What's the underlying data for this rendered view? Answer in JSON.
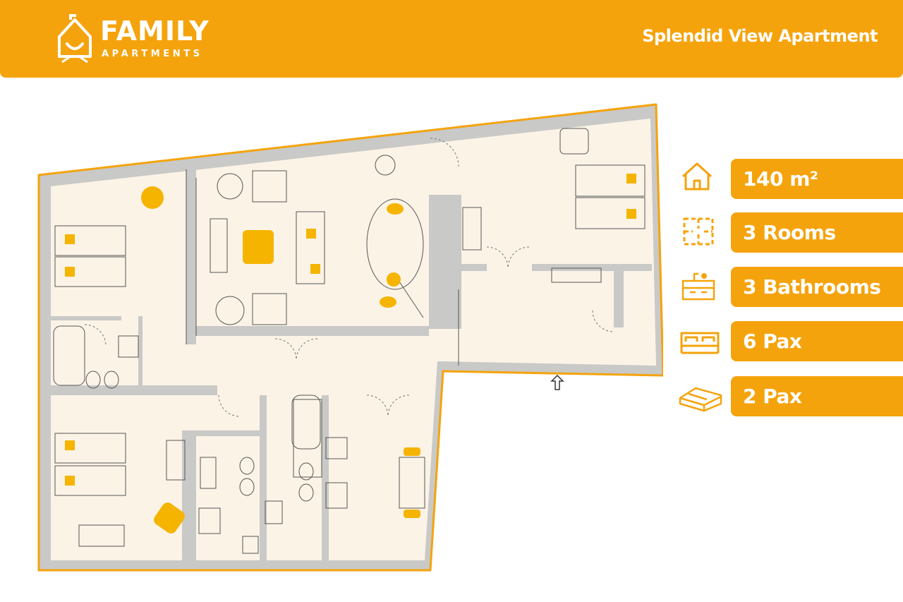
{
  "brand": {
    "name": "FAMILY",
    "tagline": "APARTMENTS",
    "color": "#F5A30C"
  },
  "apartment": {
    "title": "Splendid View Apartment"
  },
  "features": [
    {
      "icon": "house-icon",
      "label": "140 m²"
    },
    {
      "icon": "floorplan-icon",
      "label": "3 Rooms"
    },
    {
      "icon": "bathroom-sink-icon",
      "label": "3 Bathrooms"
    },
    {
      "icon": "bed-icon",
      "label": "6 Pax"
    },
    {
      "icon": "sofa-bed-icon",
      "label": "2 Pax"
    }
  ],
  "floorplan": {
    "colors": {
      "outline": "#F5A30C",
      "wall": "#C9C9C7",
      "floor": "#FBF3E6",
      "furniture_accent": "#F5B400"
    },
    "entrance_icon": "entrance-arrow-icon"
  }
}
